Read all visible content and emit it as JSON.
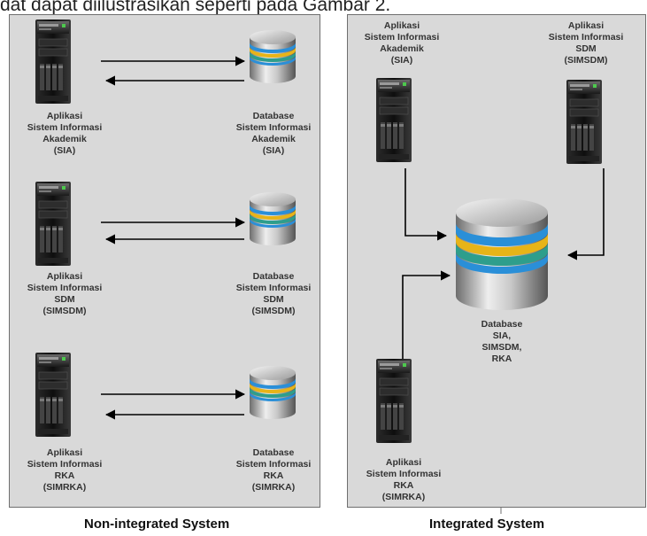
{
  "caption_top": "dat dapat diilustrasikan seperti pada Gambar 2.",
  "left_panel": {
    "title": "Non-integrated System",
    "rows": [
      {
        "app_label": [
          "Aplikasi",
          "Sistem Informasi",
          "Akademik",
          "(SIA)"
        ],
        "db_label": [
          "Database",
          "Sistem Informasi",
          "Akademik",
          "(SIA)"
        ]
      },
      {
        "app_label": [
          "Aplikasi",
          "Sistem Informasi",
          "SDM",
          "(SIMSDM)"
        ],
        "db_label": [
          "Database",
          "Sistem Informasi",
          "SDM",
          "(SIMSDM)"
        ]
      },
      {
        "app_label": [
          "Aplikasi",
          "Sistem Informasi",
          "RKA",
          "(SIMRKA)"
        ],
        "db_label": [
          "Database",
          "Sistem Informasi",
          "RKA",
          "(SIMRKA)"
        ]
      }
    ]
  },
  "right_panel": {
    "title": "Integrated System",
    "apps": [
      {
        "label": [
          "Aplikasi",
          "Sistem Informasi",
          "Akademik",
          "(SIA)"
        ]
      },
      {
        "label": [
          "Aplikasi",
          "Sistem Informasi",
          "SDM",
          "(SIMSDM)"
        ]
      },
      {
        "label": [
          "Aplikasi",
          "Sistem Informasi",
          "RKA",
          "(SIMRKA)"
        ]
      }
    ],
    "db_label": [
      "Database",
      "SIA,",
      "SIMSDM,",
      "RKA"
    ]
  },
  "colors": {
    "panel_bg": "#d9d9d9",
    "server_body": "#151515",
    "disk_blue": "#2a8fd8",
    "disk_gold": "#e7b418",
    "disk_teal": "#2e9e8c",
    "arrow": "#000000"
  },
  "icons": {
    "server": "server-tower-icon",
    "database": "database-cylinder-icon"
  }
}
